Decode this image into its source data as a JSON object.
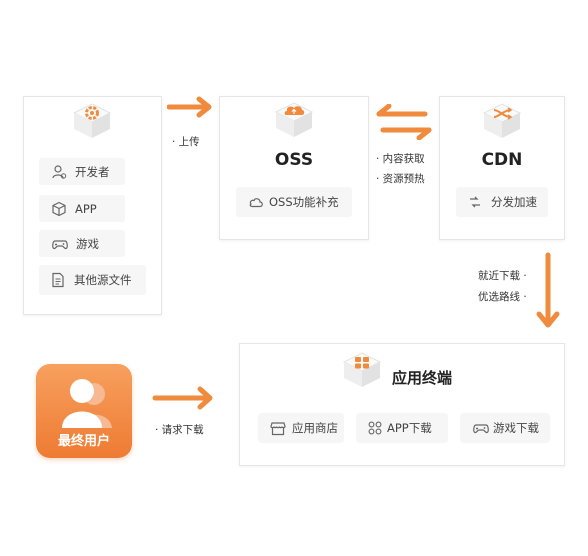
{
  "source_box": {
    "items": [
      {
        "label": "开发者",
        "icon": "developer-icon"
      },
      {
        "label": "APP",
        "icon": "cube-icon"
      },
      {
        "label": "游戏",
        "icon": "gamepad-icon"
      },
      {
        "label": "其他源文件",
        "icon": "file-icon"
      }
    ]
  },
  "upload_label": "· 上传",
  "oss": {
    "title": "OSS",
    "feature": "OSS功能补充"
  },
  "exchange_labels": [
    "· 内容获取",
    "· 资源预热"
  ],
  "cdn": {
    "title": "CDN",
    "feature": "分发加速"
  },
  "download_labels": [
    "就近下载 ·",
    "优选路线 ·"
  ],
  "end_user": {
    "label": "最终用户"
  },
  "request_label": "· 请求下载",
  "terminal": {
    "title": "应用终端",
    "items": [
      {
        "label": "应用商店",
        "icon": "store-icon"
      },
      {
        "label": "APP下载",
        "icon": "apps-icon"
      },
      {
        "label": "游戏下载",
        "icon": "gamepad-icon"
      }
    ]
  },
  "colors": {
    "accent": "#f08a3c",
    "accent_light": "#f6b27a",
    "text": "#333333"
  }
}
